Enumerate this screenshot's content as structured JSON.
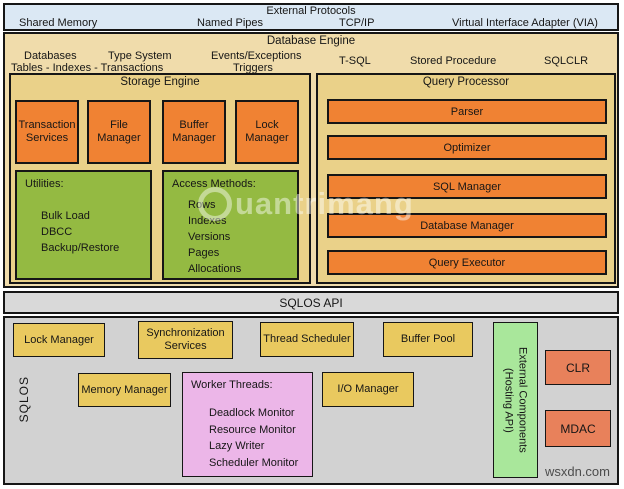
{
  "external_protocols": {
    "title": "External Protocols",
    "items": [
      "Shared Memory",
      "Named Pipes",
      "TCP/IP",
      "Virtual Interface Adapter (VIA)"
    ]
  },
  "database_engine": {
    "title": "Database Engine",
    "labels": {
      "databases": "Databases",
      "type_system": "Type System",
      "tables_line": "Tables - Indexes - Transactions",
      "events": "Events/Exceptions",
      "triggers": "Triggers",
      "tsql": "T-SQL",
      "stored_procedure": "Stored Procedure",
      "sqlclr": "SQLCLR"
    },
    "storage_engine": {
      "title": "Storage Engine",
      "managers": [
        "Transaction Services",
        "File Manager",
        "Buffer Manager",
        "Lock Manager"
      ],
      "utilities": {
        "title": "Utilities:",
        "items": [
          "Bulk Load",
          "DBCC",
          "Backup/Restore"
        ]
      },
      "access_methods": {
        "title": "Access Methods:",
        "items": [
          "Rows",
          "Indexes",
          "Versions",
          "Pages",
          "Allocations"
        ]
      }
    },
    "query_processor": {
      "title": "Query Processor",
      "components": [
        "Parser",
        "Optimizer",
        "SQL Manager",
        "Database Manager",
        "Query Executor"
      ]
    }
  },
  "sqlos_api": {
    "title": "SQLOS API"
  },
  "sqlos": {
    "label": "SQLOS",
    "boxes": {
      "lock_manager": "Lock Manager",
      "sync_services": "Synchronization Services",
      "thread_scheduler": "Thread Scheduler",
      "buffer_pool": "Buffer Pool",
      "memory_manager": "Memory Manager",
      "io_manager": "I/O Manager"
    },
    "worker_threads": {
      "title": "Worker Threads:",
      "items": [
        "Deadlock Monitor",
        "Resource Monitor",
        "Lazy Writer",
        "Scheduler Monitor"
      ]
    },
    "external_components": {
      "line1": "External Components",
      "line2": "(Hosting API)"
    },
    "clr": "CLR",
    "mdac": "MDAC"
  },
  "watermarks": {
    "brand_rest": "uantrimang",
    "site": "wsxdn.com"
  },
  "colors": {
    "protocols_bg": "#dbe8f4",
    "engine_bg": "#f0dcab",
    "panel_bg": "#ead189",
    "orange": "#f08233",
    "olive_green": "#94ba42",
    "gray": "#d2d2d2",
    "yellow": "#e9c95f",
    "pink": "#ecb6e8",
    "light_green": "#a9e79b",
    "coral": "#e8815b"
  }
}
